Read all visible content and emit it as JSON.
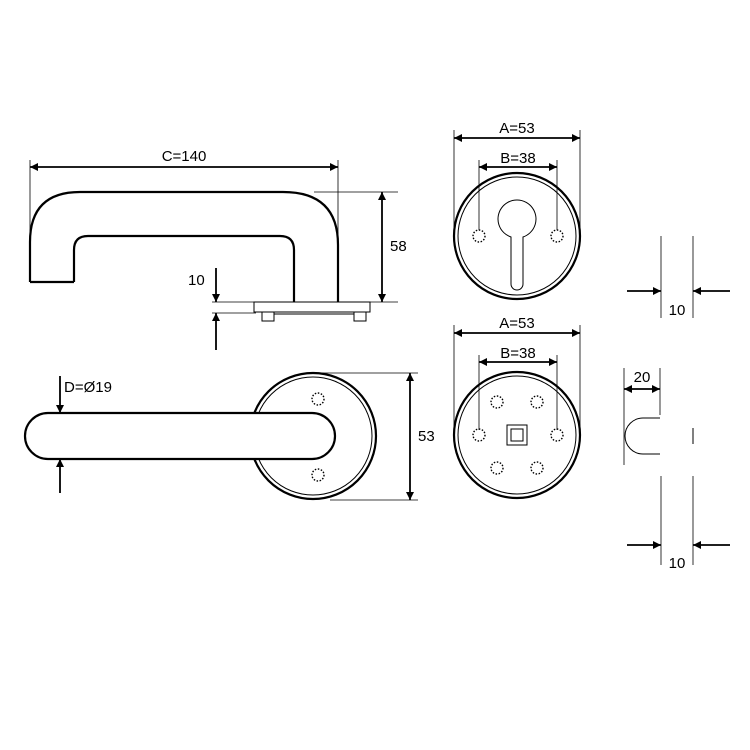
{
  "labels": {
    "overall_length": "C=140",
    "lever_height": "58",
    "plate_gap": "10",
    "handle_diameter": "D=Ø19",
    "rose_height": "53",
    "rose_outer_top": "A=53",
    "rose_inner_top": "B=38",
    "rose_outer_bottom": "A=53",
    "rose_inner_bottom": "B=38",
    "thickness_top": "10",
    "side_width": "20",
    "thickness_bottom": "10"
  }
}
